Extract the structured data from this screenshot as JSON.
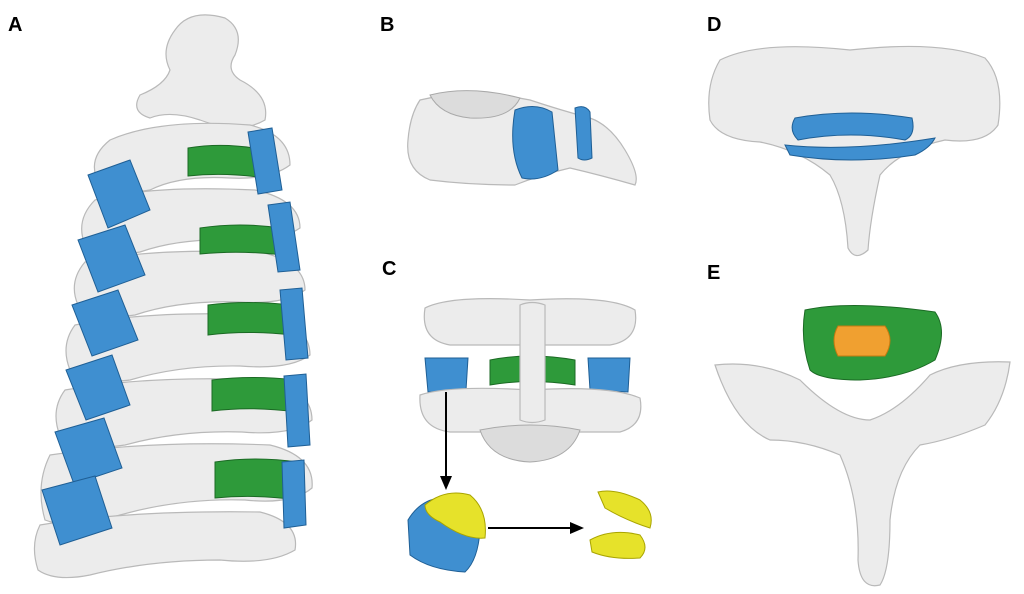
{
  "panels": {
    "a": {
      "label": "A"
    },
    "b": {
      "label": "B"
    },
    "c": {
      "label": "C"
    },
    "d": {
      "label": "D"
    },
    "e": {
      "label": "E"
    }
  },
  "colors": {
    "bone": "#ececec",
    "ligament": "#3f8fd0",
    "disc": "#2e9a3a",
    "nucleus": "#f0a030",
    "facet_cartilage": "#e6e22a"
  }
}
